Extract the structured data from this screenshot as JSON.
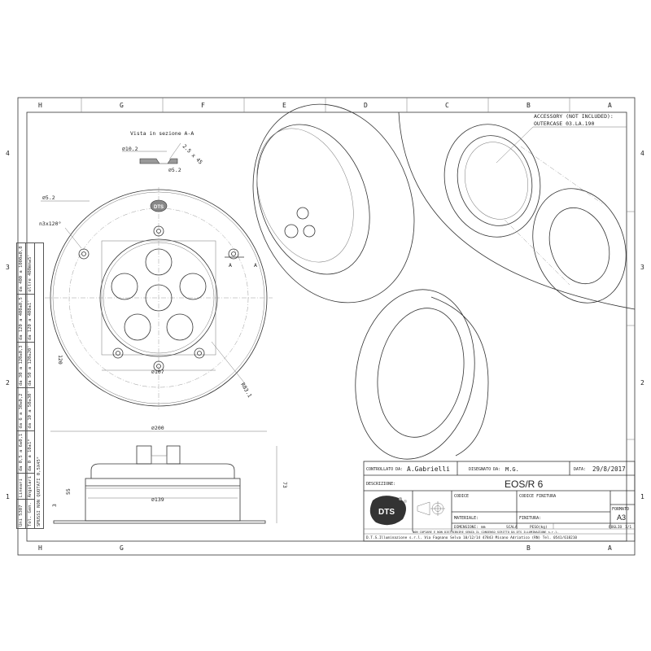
{
  "frame": {
    "columns": [
      "H",
      "G",
      "F",
      "E",
      "D",
      "C",
      "B",
      "A"
    ],
    "rows": [
      "4",
      "3",
      "2",
      "1"
    ]
  },
  "section_view": {
    "title": "Vista in sezione A-A",
    "dim_counterbore": "⌀10.2",
    "dim_chamfer": "2.5 x 45",
    "dim_hole": "⌀5.2"
  },
  "front_view": {
    "dim_hole": "⌀5.2",
    "dim_pattern": "n3x120°",
    "section_mark_left": "A",
    "section_mark_right": "A",
    "dim_inner": "⌀107",
    "dim_square": "120",
    "dim_radius": "R83.1",
    "dim_outer": "⌀200",
    "logo": "DTS"
  },
  "side_view": {
    "dim_body": "⌀139",
    "dim_height": "55",
    "dim_plate": "3",
    "dim_total": "73"
  },
  "accessory_note": {
    "line1": "ACCESSORY (NOT INCLUDED):",
    "line2": "OUTERCASE 03.LA.190"
  },
  "tolerance_table": {
    "rows": [
      [
        "Uni 5307",
        "Lineari",
        "da 0,5 a 6±0,1",
        "da 6 a 30±0,2",
        "da 30 a 120±0,3",
        "da 120 a 400±0,5",
        "da 400 a 1000±0,8"
      ],
      [
        "Tol. Gen.",
        "Angolari",
        "da 0 a 10±1°",
        "da 10 a 50±30'",
        "da 50 a 120±20'",
        "da 120 a 400±1'",
        "oltre 400mm±5'"
      ]
    ],
    "note": "SMUSSI NON QUOTATI 0,5X45°"
  },
  "title_block": {
    "controllato_label": "CONTROLLATO DA:",
    "controllato_value": "A.Gabrielli",
    "disegnato_label": "DISEGNATO DA:",
    "disegnato_value": "M.G.",
    "data_label": "DATA:",
    "data_value": "29/8/2017",
    "descrizione_label": "DESCRIZIONE:",
    "descrizione_value": "EOS/R 6",
    "logo": "DTS",
    "codice_label": "CODICE",
    "codice_finitura_label": "CODICE FINITURA",
    "materiale_label": "MATERIALE:",
    "finitura_label": "FINITURA:",
    "formato_label": "FORMATO",
    "formato_value": "A3",
    "dimensioni_label": "DIMENSIONI:",
    "dimensioni_value": "mm",
    "scala_label": "SCALA",
    "peso_label": "PESO(kg)",
    "foglio_label": "FOGLIO",
    "foglio_value": "1/1",
    "copyright": "NON COPIARE E NON DISTRIBUIRE SENZA IL CONSENSO SCRITTO DA DTS ILLUMINAZIONE s.r.l.",
    "address": "D.T.S.Illuminazione s.r.l. Via Fagnano Selva 10/12/14 47843 Misano Adriatico (RN) Tel. 0541/618210"
  }
}
